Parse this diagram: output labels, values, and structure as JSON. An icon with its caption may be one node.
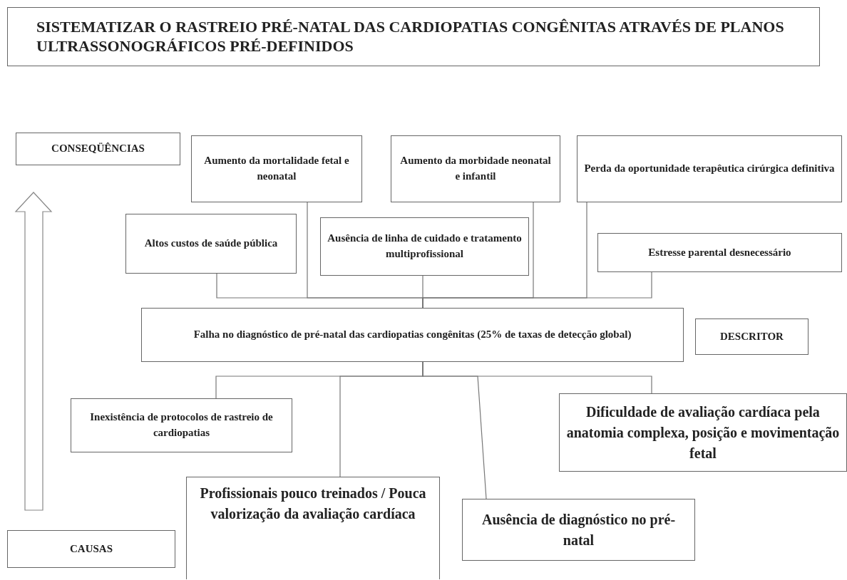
{
  "diagram": {
    "title": "SISTEMATIZAR O RASTREIO PRÉ-NATAL DAS CARDIOPATIAS CONGÊNITAS ATRAVÉS DE PLANOS ULTRASSONOGRÁFICOS PRÉ-DEFINIDOS",
    "nodes": [
      {
        "text": [
          "CONSEQÜÊNCIAS"
        ]
      },
      {
        "text": [
          "Aumento da mortalidade fetal e neonatal"
        ]
      },
      {
        "text": [
          "Aumento da morbidade neonatal e infantil"
        ]
      },
      {
        "text": [
          "Perda da oportunidade terapêutica cirúrgica definitiva"
        ]
      },
      {
        "text": [
          "Altos custos de saúde pública"
        ]
      },
      {
        "text": [
          "Ausência de linha de cuidado e tratamento multiprofissional"
        ]
      },
      {
        "text": [
          "Estresse parental desnecessário"
        ]
      },
      {
        "text": [
          "Falha no diagnóstico de pré-natal das cardiopatias congênitas (25% de taxas de detecção global)"
        ]
      },
      {
        "text": [
          "DESCRITOR"
        ]
      },
      {
        "text": [
          "Inexistência de protocolos de rastreio de cardiopatias"
        ]
      },
      {
        "text": [
          "Dificuldade de avaliação cardíaca pela anatomia complexa, posição e movimentação fetal"
        ]
      },
      {
        "text": [
          "Profissionais pouco treinados / Pouca valorização da avaliação cardíaca"
        ]
      },
      {
        "text": [
          "Ausência de diagnóstico no pré-natal"
        ]
      },
      {
        "text": [
          "CAUSAS"
        ]
      }
    ],
    "edges": [
      {
        "from": 7,
        "to": 1,
        "arrow": "none"
      },
      {
        "from": 7,
        "to": 2,
        "arrow": "none"
      },
      {
        "from": 7,
        "to": 3,
        "arrow": "none"
      },
      {
        "from": 7,
        "to": 4,
        "arrow": "none"
      },
      {
        "from": 7,
        "to": 5,
        "arrow": "none"
      },
      {
        "from": 7,
        "to": 6,
        "arrow": "none"
      },
      {
        "from": 7,
        "to": 9,
        "arrow": "none"
      },
      {
        "from": 7,
        "to": 10,
        "arrow": "none"
      },
      {
        "from": 7,
        "to": 11,
        "arrow": "none"
      },
      {
        "from": 7,
        "to": 12,
        "arrow": "none"
      }
    ]
  }
}
